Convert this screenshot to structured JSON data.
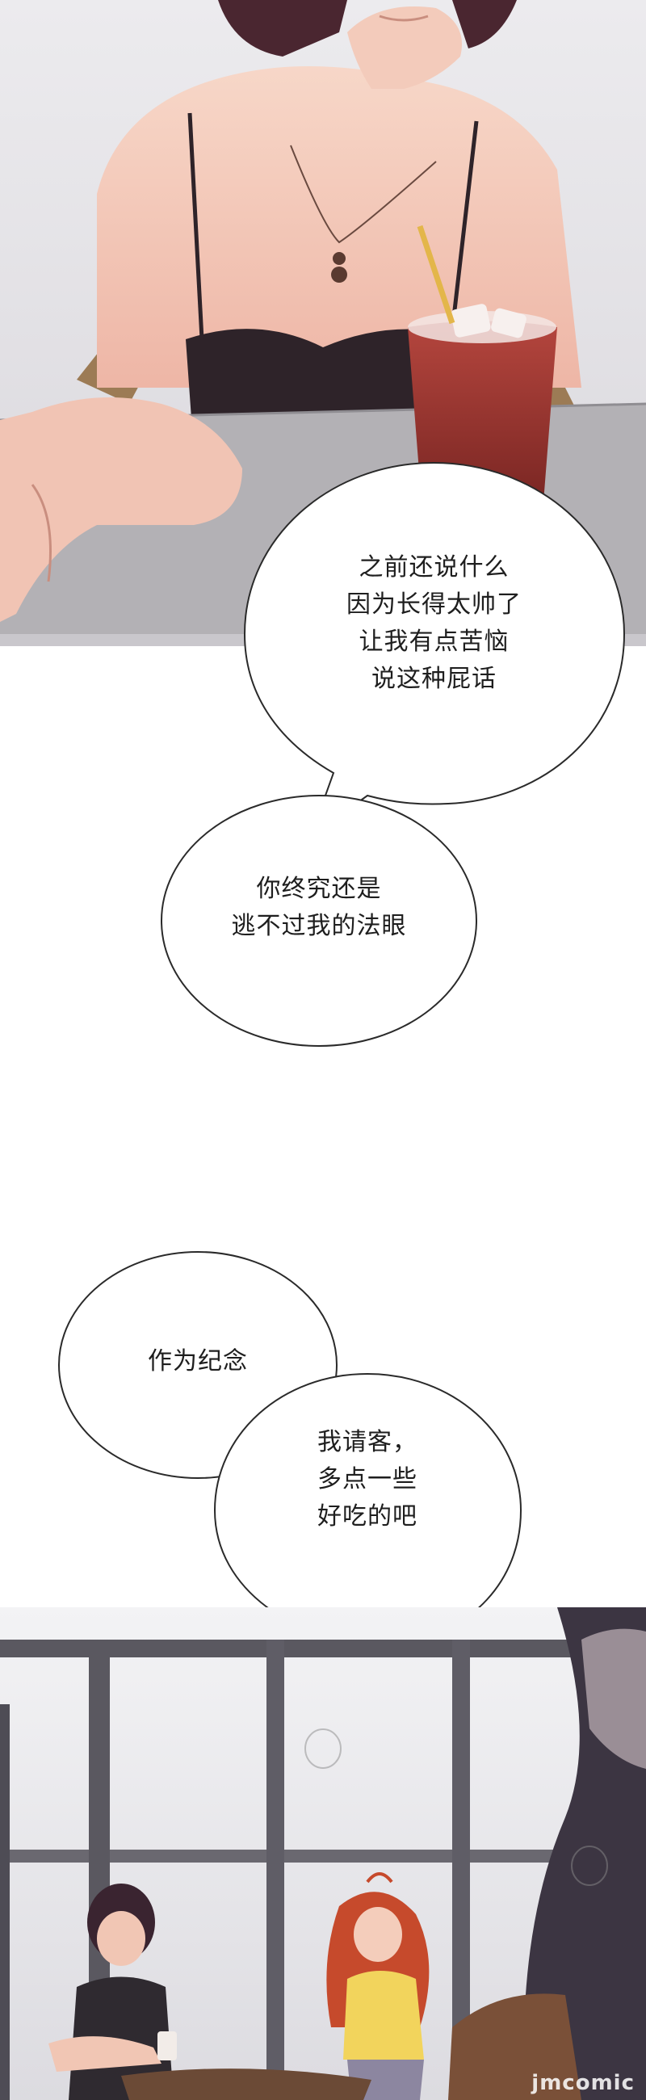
{
  "bubbles": {
    "b1": {
      "text": "之前还说什么\n因为长得太帅了\n让我有点苦恼\n说这种屁话"
    },
    "b2": {
      "text": "你终究还是\n逃不过我的法眼"
    },
    "b3": {
      "text": "作为纪念"
    },
    "b4": {
      "text": "我请客，\n多点一些\n好吃的吧"
    }
  },
  "watermark": {
    "site": "jmcomic"
  },
  "colors": {
    "skin": "#f4c9b8",
    "skin_shadow": "#e2a395",
    "top_dark": "#2e2329",
    "drink": "#8e2f2b",
    "table": "#b3b1b5",
    "hair_red": "#c64a2c",
    "shirt_yellow": "#f2d45c",
    "window_frame": "#5a5860"
  }
}
